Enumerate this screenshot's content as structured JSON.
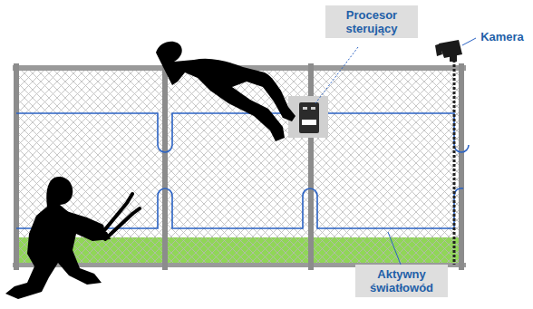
{
  "diagram": {
    "labels": [
      "Procesor sterujący",
      "Kamera",
      "Aktywny światłowód"
    ]
  }
}
